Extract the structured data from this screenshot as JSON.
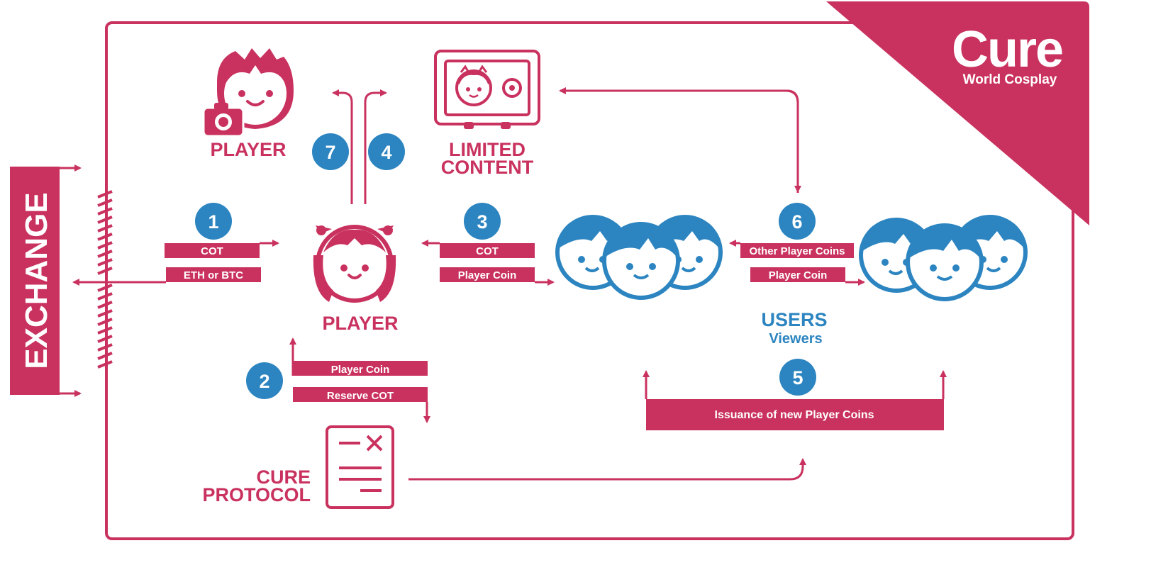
{
  "brand": {
    "name": "Cure",
    "tagline": "World Cosplay"
  },
  "exchange": {
    "label": "EXCHANGE"
  },
  "nodes": {
    "player_top": "PLAYER",
    "limited_content": [
      "LIMITED",
      "CONTENT"
    ],
    "player_center": "PLAYER",
    "users": "USERS",
    "users_sub": "Viewers",
    "cure_protocol": [
      "CURE",
      "PROTOCOL"
    ]
  },
  "steps": [
    "1",
    "2",
    "3",
    "4",
    "5",
    "6",
    "7"
  ],
  "flows": {
    "cot_1": "COT",
    "eth_btc": "ETH or BTC",
    "player_coin_2": "Player Coin",
    "reserve_cot": "Reserve COT",
    "cot_3": "COT",
    "player_coin_3": "Player Coin",
    "other_player_coins": "Other Player Coins",
    "player_coin_6": "Player Coin",
    "issuance": "Issuance of new Player Coins"
  },
  "colors": {
    "primary": "#c9325f",
    "accent": "#2c85c0",
    "background": "#ffffff"
  },
  "icons": [
    "camera-icon",
    "safe-icon",
    "document-icon",
    "player-face-icon",
    "user-face-icon"
  ]
}
